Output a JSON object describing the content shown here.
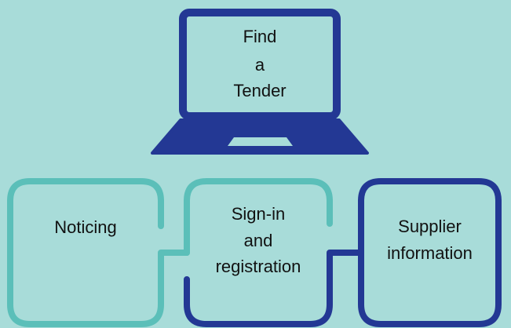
{
  "laptop": {
    "lines": [
      "Find",
      "a",
      "Tender"
    ]
  },
  "boxes": [
    {
      "lines": [
        "Noticing"
      ]
    },
    {
      "lines": [
        "Sign-in",
        "and",
        "registration"
      ]
    },
    {
      "lines": [
        "Supplier",
        "information"
      ]
    }
  ],
  "colors": {
    "background": "#a8dcd9",
    "navy": "#233894",
    "teal": "#5bbfb9",
    "text": "#111111"
  }
}
